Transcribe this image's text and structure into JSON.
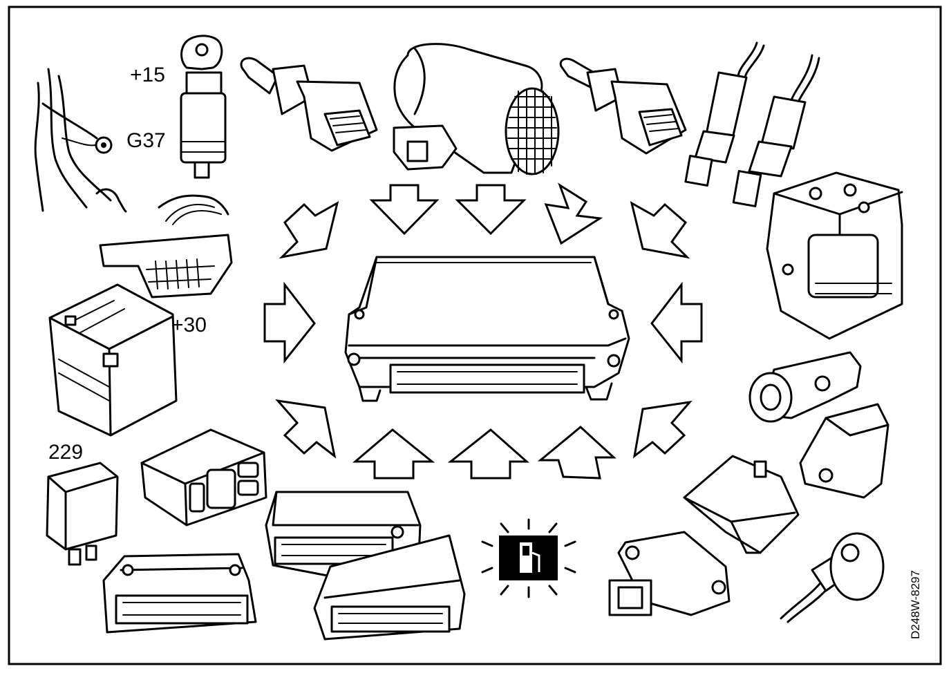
{
  "labels": {
    "ignition": "+15",
    "ground": "G37",
    "battery": "+30",
    "relay": "229"
  },
  "drawing_code": "D248W-8297",
  "icons": [
    "ecu-icon",
    "ignition-key-icon",
    "mass-airflow-sensor-icon",
    "oxygen-sensor-icon",
    "fuel-warning-icon",
    "battery-icon",
    "relay-icon",
    "knock-sensor-icon",
    "throttle-position-sensor-icon"
  ]
}
